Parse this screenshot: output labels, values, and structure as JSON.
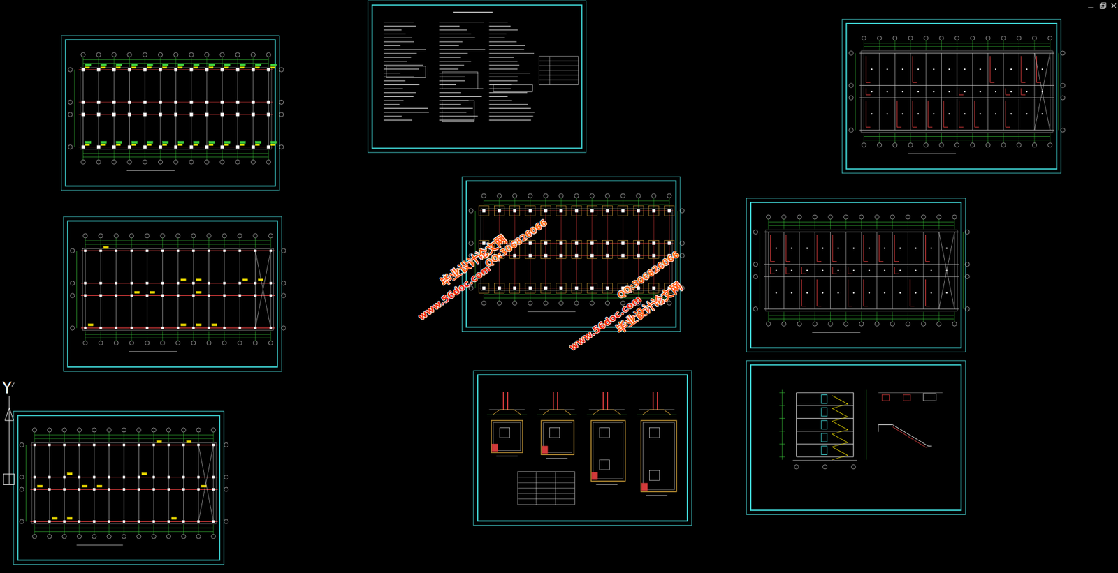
{
  "diagram": {
    "labels": [
      "毕业设计论文网",
      "QQ:306826066",
      "www.56doc.com",
      "QQ:306826066",
      "www.56doc.com",
      "毕业设计论文网",
      "Y"
    ]
  }
}
